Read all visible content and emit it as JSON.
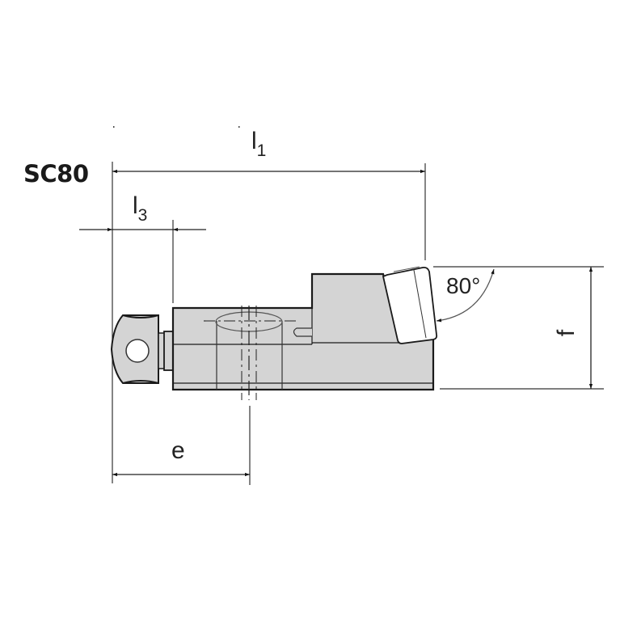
{
  "drawing": {
    "model": "SC80",
    "dimensions": {
      "l1": {
        "symbol": "l",
        "subscript": "1"
      },
      "l3": {
        "symbol": "l",
        "subscript": "3"
      },
      "e": {
        "symbol": "e"
      },
      "f": {
        "symbol": "f"
      },
      "angle": {
        "value": "80°"
      }
    },
    "colors": {
      "body_fill": "#d4d4d4",
      "insert_fill": "#ffffff",
      "outline": "#1a1a1a",
      "dimension_line": "#222222"
    }
  }
}
